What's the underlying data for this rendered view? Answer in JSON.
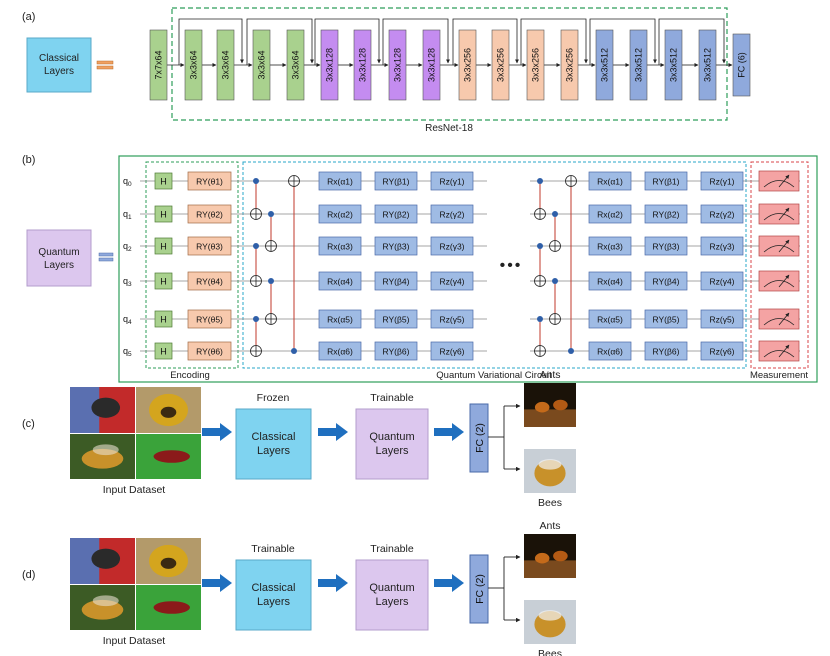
{
  "panel_a": {
    "tag": "(a)",
    "classical_label_1": "Classical",
    "classical_label_2": "Layers",
    "layers": [
      "7x7x64",
      "3x3x64",
      "3x3x64",
      "3x3x64",
      "3x3x64",
      "3x3x128",
      "3x3x128",
      "3x3x128",
      "3x3x128",
      "3x3x256",
      "3x3x256",
      "3x3x256",
      "3x3x256",
      "3x3x512",
      "3x3x512",
      "3x3x512",
      "3x3x512",
      "FC (6)"
    ],
    "resnet_label": "ResNet-18",
    "colors": {
      "green": "#a9d18e",
      "purple": "#c48cf0",
      "peach": "#f7c9ad",
      "blue": "#8fa9dc",
      "cyan": "#7fd3f0",
      "orange": "#f0a060"
    }
  },
  "panel_b": {
    "tag": "(b)",
    "quantum_label_1": "Quantum",
    "quantum_label_2": "Layers",
    "qubits": [
      "q0",
      "q1",
      "q2",
      "q3",
      "q4",
      "q5"
    ],
    "encoding_gates": [
      "H",
      "RY(θ1)",
      "RY(θ2)",
      "RY(θ3)",
      "RY(θ4)",
      "RY(θ5)",
      "RY(θ6)"
    ],
    "rx": [
      "Rx(α1)",
      "Rx(α2)",
      "Rx(α3)",
      "Rx(α4)",
      "Rx(α5)",
      "Rx(α6)"
    ],
    "ry": [
      "RY(β1)",
      "RY(β2)",
      "RY(β3)",
      "RY(β4)",
      "RY(β5)",
      "RY(β6)"
    ],
    "rz": [
      "Rz(γ1)",
      "Rz(γ2)",
      "Rz(γ3)",
      "Rz(γ4)",
      "Rz(γ5)",
      "Rz(γ6)"
    ],
    "ellipsis": "•••",
    "encoding_label": "Encoding",
    "variational_label": "Quantum Variational Circuit",
    "measurement_label": "Measurement"
  },
  "panel_c": {
    "tag": "(c)",
    "input_label": "Input Dataset",
    "status_classical": "Frozen",
    "status_quantum": "Trainable",
    "classical_1": "Classical",
    "classical_2": "Layers",
    "quantum_1": "Quantum",
    "quantum_2": "Layers",
    "fc": "FC (2)",
    "out_top": "Ants",
    "out_bottom": "Bees"
  },
  "panel_d": {
    "tag": "(d)",
    "input_label": "Input Dataset",
    "status_classical": "Trainable",
    "status_quantum": "Trainable",
    "classical_1": "Classical",
    "classical_2": "Layers",
    "quantum_1": "Quantum",
    "quantum_2": "Layers",
    "fc": "FC (2)",
    "out_top": "Ants",
    "out_bottom": "Bees"
  }
}
